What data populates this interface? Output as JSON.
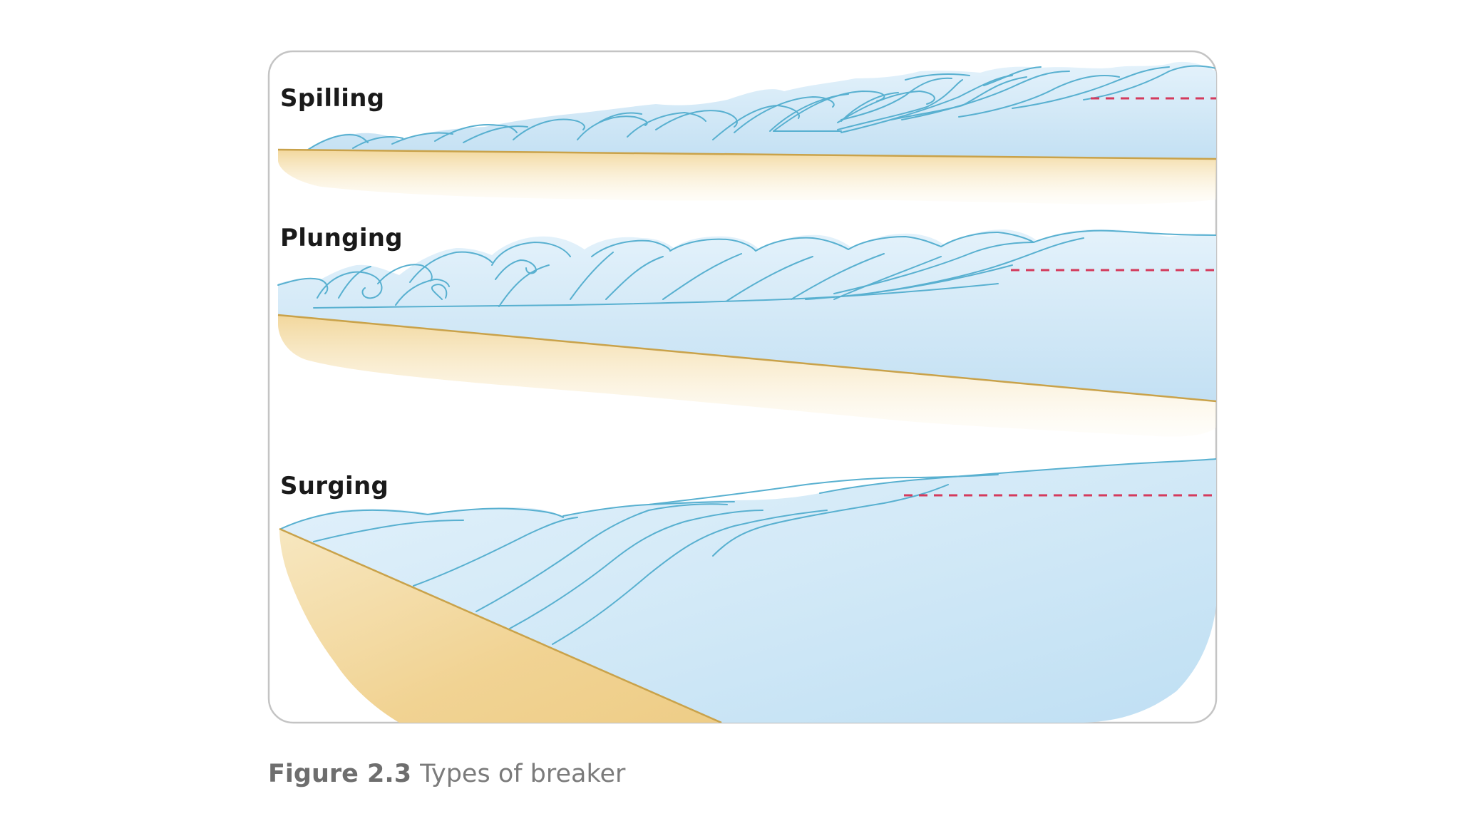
{
  "figure": {
    "panels": [
      {
        "id": "spilling",
        "label": "Spilling"
      },
      {
        "id": "plunging",
        "label": "Plunging"
      },
      {
        "id": "surging",
        "label": "Surging"
      }
    ],
    "caption": {
      "number": "Figure 2.3",
      "text": "Types of breaker"
    }
  },
  "colors": {
    "frame_border": "#c4c4c4",
    "water_fill": "#cfe7f6",
    "water_fill_deep": "#c3e0f3",
    "wave_line": "#58b0d0",
    "sand_fill": "#f6e2b4",
    "sand_line": "#c9a24a",
    "still_water_level": "#d43a5c"
  }
}
